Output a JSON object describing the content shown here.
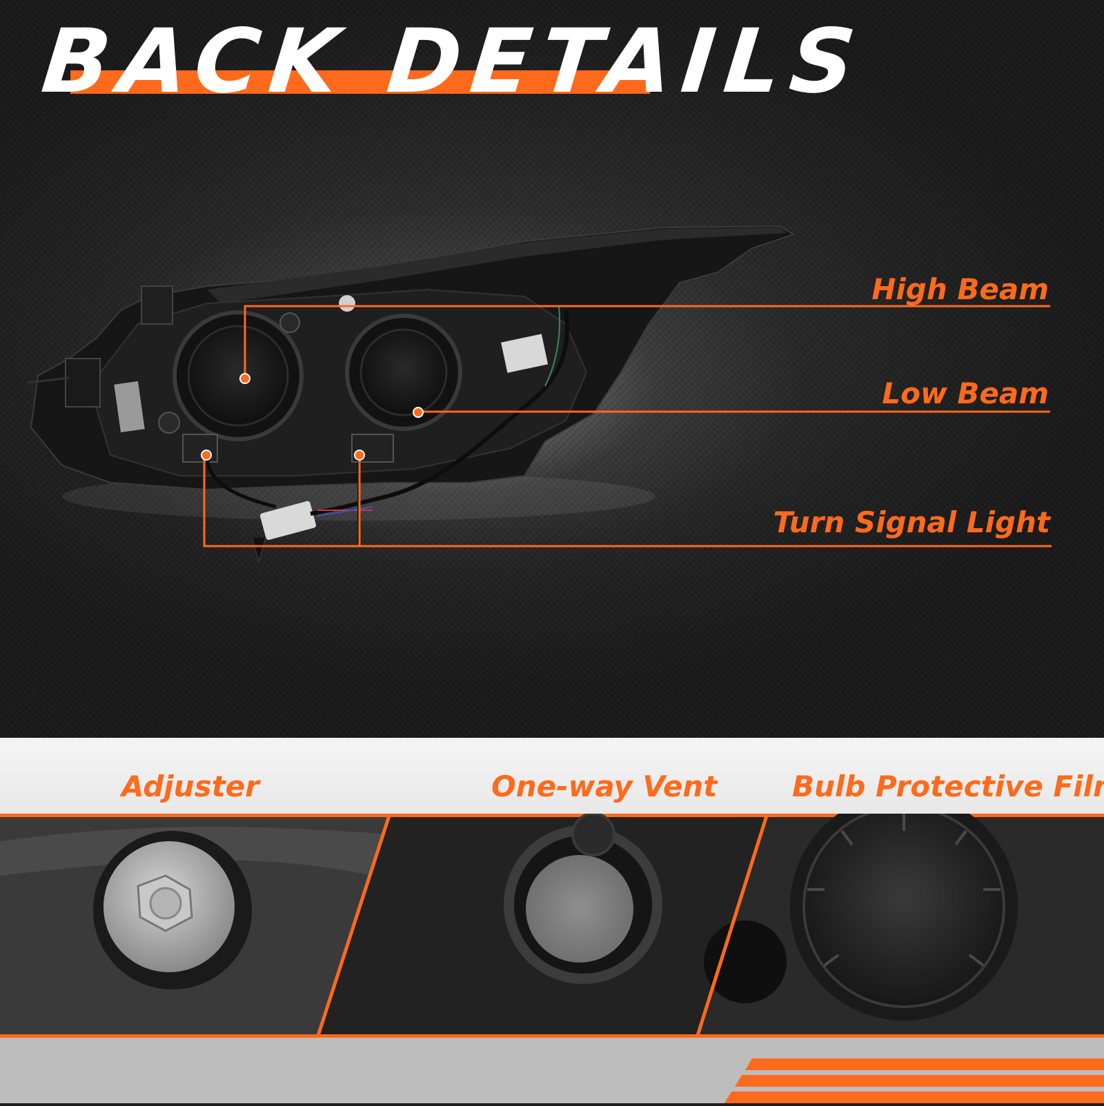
{
  "title": "BACK DETAILS",
  "accent_color": "#ff6a1c",
  "callouts": {
    "high_beam": "High Beam",
    "low_beam": "Low Beam",
    "turn_signal": "Turn Signal Light"
  },
  "details": {
    "adjuster": "Adjuster",
    "vent": "One-way Vent",
    "film": "Bulb Protective Film"
  }
}
